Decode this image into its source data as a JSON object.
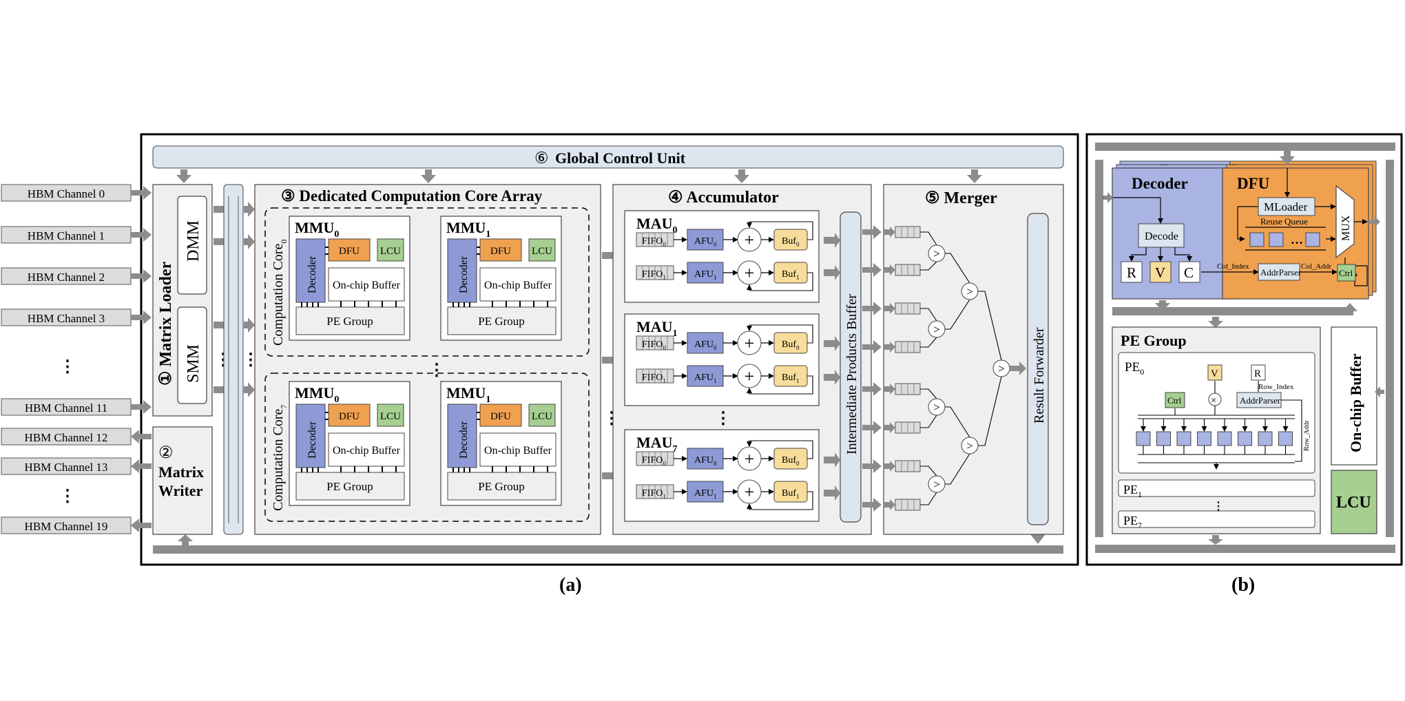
{
  "channels": {
    "loader": [
      "HBM Channel 0",
      "HBM Channel 1",
      "HBM Channel 2",
      "HBM Channel 3"
    ],
    "loader_last": "HBM Channel 11",
    "writer": [
      "HBM Channel 12",
      "HBM Channel 13"
    ],
    "writer_last": "HBM Channel 19",
    "ellipsis": "⋮"
  },
  "global_control": {
    "circle": "⑥",
    "label": "Global Control Unit"
  },
  "matrix_loader": {
    "label": "① Matrix Loader",
    "dmm": "DMM",
    "smm": "SMM"
  },
  "matrix_writer": {
    "circle": "②",
    "line1": "Matrix",
    "line2": "Writer"
  },
  "core_array": {
    "title": "③ Dedicated Computation Core Array",
    "core0": {
      "label": "Computation Core",
      "sub": "0"
    },
    "core7": {
      "label": "Computation Core",
      "sub": "7"
    },
    "mmu": "MMU",
    "mmu_subs": [
      "0",
      "1"
    ],
    "decoder": "Decoder",
    "dfu": "DFU",
    "lcu": "LCU",
    "onchip": "On-chip Buffer",
    "pe_group": "PE Group"
  },
  "accumulator": {
    "title": "④ Accumulator",
    "mau": "MAU",
    "mau_subs": [
      "0",
      "1",
      "7"
    ],
    "fifo": "FIFO",
    "afu": "AFU",
    "buf": "Buf",
    "plus": "+",
    "row_subs": [
      "0",
      "1"
    ],
    "ipb": "Intermediate Products Buffer"
  },
  "merger": {
    "title": "⑤ Merger",
    "compare": ">",
    "forwarder": "Result  Forwarder"
  },
  "caption_a": "(a)",
  "caption_b": "(b)",
  "panel_b": {
    "decoder": "Decoder",
    "decode": "Decode",
    "r": "R",
    "v": "V",
    "c": "C",
    "dfu": "DFU",
    "mloader": "MLoader",
    "reuse_queue": "Reuse Queue",
    "mux": "MUX",
    "col_index": "Col_Index",
    "col_addr": "Col_Addr",
    "addr_parser": "AddrParser",
    "ctrl": "Ctrl",
    "pe_group": "PE Group",
    "pe": "PE",
    "pe_subs": [
      "0",
      "1",
      "7"
    ],
    "row_index": "Row_Index",
    "row_addr": "Row_Addr",
    "times": "×",
    "onchip": "On-chip Buffer",
    "lcu": "LCU",
    "ellipsis": "⋮",
    "hellipsis": "…"
  },
  "colors": {
    "blue": "#8e9ad6",
    "blue_light": "#a9b4e3",
    "orange": "#f0a150",
    "green": "#a6cf91",
    "yellow": "#f8dc99",
    "gray_box": "#efefef",
    "ctrl_bar": "#dde6ee",
    "bar_dark": "#8c8c8c",
    "arrow": "#8c8c8c"
  }
}
